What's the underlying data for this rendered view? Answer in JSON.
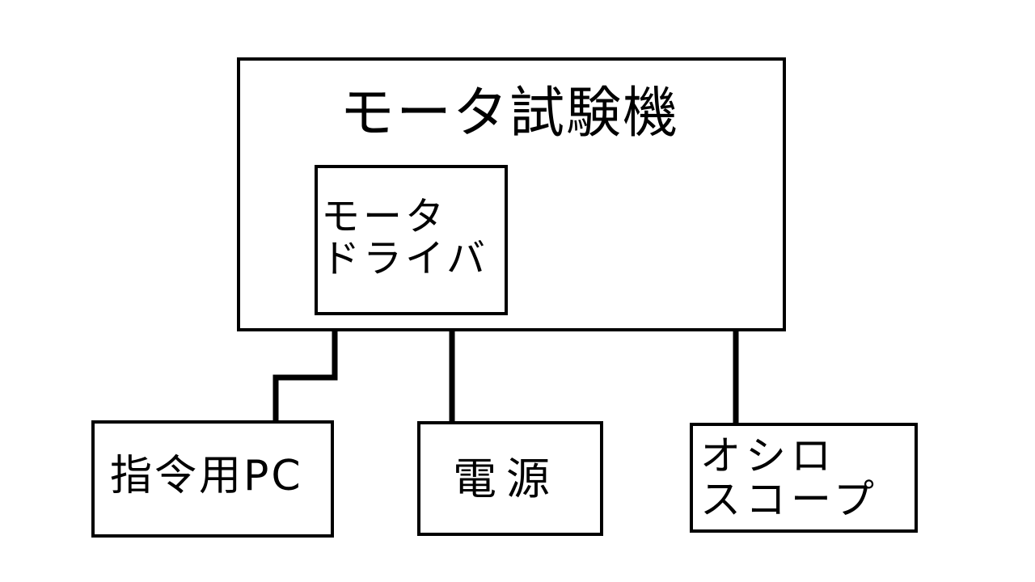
{
  "diagram": {
    "tester": {
      "title": "モータ試験機"
    },
    "driver": {
      "line1": "モータ",
      "line2": "ドライバ"
    },
    "pc": {
      "label": "指令用PC"
    },
    "power": {
      "label": "電源"
    },
    "oscilloscope": {
      "line1": "オシロ",
      "line2": "スコープ"
    }
  },
  "colors": {
    "stroke": "#000000",
    "background": "#ffffff"
  }
}
